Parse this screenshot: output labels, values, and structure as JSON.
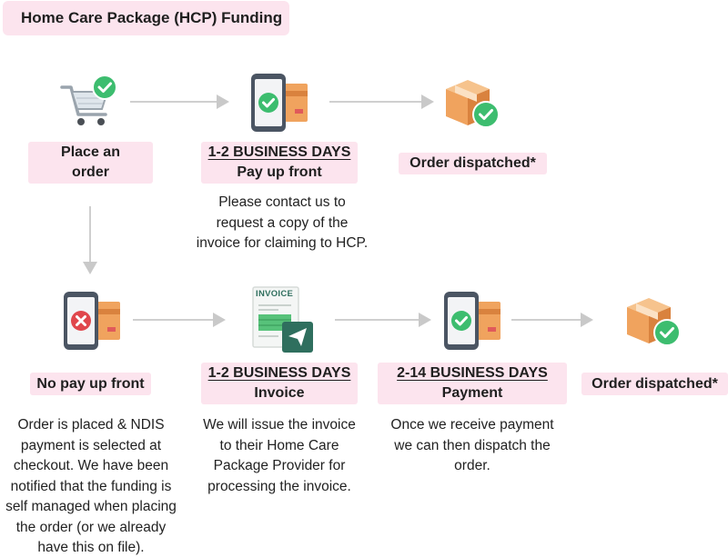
{
  "title": "Home Care Package (HCP) Funding",
  "colors": {
    "label_bg": "#fce4ee",
    "check_green": "#3dbd6f",
    "cross_red": "#e0474c",
    "arrow_gray": "#c9c9c9",
    "box_orange": "#f0a35e",
    "invoice_teal": "#2f6f5e"
  },
  "top_row": {
    "place_order": {
      "line1": "Place an",
      "line2": "order",
      "icon": "cart-check-icon"
    },
    "pay_up_front": {
      "heading": "1-2 BUSINESS DAYS",
      "label": "Pay up front",
      "icon": "phone-card-check-icon",
      "description_lines": [
        "Please contact us to",
        "request a copy of the",
        "invoice for claiming to HCP."
      ]
    },
    "order_dispatched": {
      "label": "Order dispatched*",
      "icon": "box-check-icon"
    }
  },
  "bottom_row": {
    "no_pay_up_front": {
      "label": "No pay up front",
      "icon": "phone-card-cross-icon",
      "description_lines": [
        "Order is placed & NDIS",
        "payment is selected at",
        "checkout. We have been",
        "notified that the funding is",
        "self managed when placing",
        "the order (or we already",
        "have this on file)."
      ]
    },
    "invoice": {
      "heading": "1-2 BUSINESS DAYS",
      "label": "Invoice",
      "icon_text": "INVOICE",
      "icon": "invoice-send-icon",
      "description_lines": [
        "We will issue the invoice",
        "to their Home Care",
        "Package Provider for",
        "processing the invoice."
      ]
    },
    "payment": {
      "heading": "2-14 BUSINESS DAYS",
      "label": "Payment",
      "icon": "phone-card-check-icon",
      "description_lines": [
        "Once we receive payment",
        "we can then dispatch the",
        "order."
      ]
    },
    "order_dispatched": {
      "label": "Order dispatched*",
      "icon": "box-check-icon"
    }
  }
}
